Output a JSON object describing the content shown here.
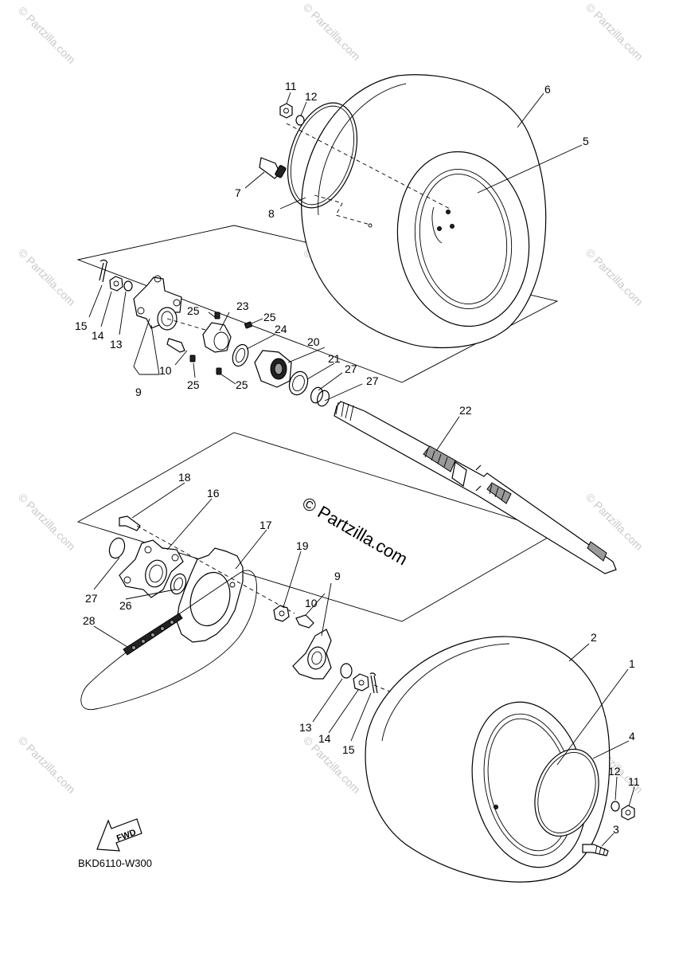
{
  "diagram": {
    "drawing_code": "BKD6110-W300",
    "watermark": "© Partzilla.com",
    "direction_label": "FWD",
    "callouts": [
      {
        "id": "c1",
        "label": "1"
      },
      {
        "id": "c2",
        "label": "2"
      },
      {
        "id": "c3",
        "label": "3"
      },
      {
        "id": "c4",
        "label": "4"
      },
      {
        "id": "c5",
        "label": "5"
      },
      {
        "id": "c6",
        "label": "6"
      },
      {
        "id": "c7",
        "label": "7"
      },
      {
        "id": "c8",
        "label": "8"
      },
      {
        "id": "c9a",
        "label": "9"
      },
      {
        "id": "c9b",
        "label": "9"
      },
      {
        "id": "c10a",
        "label": "10"
      },
      {
        "id": "c10b",
        "label": "10"
      },
      {
        "id": "c11a",
        "label": "11"
      },
      {
        "id": "c11b",
        "label": "11"
      },
      {
        "id": "c12a",
        "label": "12"
      },
      {
        "id": "c12b",
        "label": "12"
      },
      {
        "id": "c13a",
        "label": "13"
      },
      {
        "id": "c13b",
        "label": "13"
      },
      {
        "id": "c14a",
        "label": "14"
      },
      {
        "id": "c14b",
        "label": "14"
      },
      {
        "id": "c15a",
        "label": "15"
      },
      {
        "id": "c15b",
        "label": "15"
      },
      {
        "id": "c16",
        "label": "16"
      },
      {
        "id": "c17",
        "label": "17"
      },
      {
        "id": "c18",
        "label": "18"
      },
      {
        "id": "c19",
        "label": "19"
      },
      {
        "id": "c20",
        "label": "20"
      },
      {
        "id": "c21",
        "label": "21"
      },
      {
        "id": "c22",
        "label": "22"
      },
      {
        "id": "c23",
        "label": "23"
      },
      {
        "id": "c24",
        "label": "24"
      },
      {
        "id": "c25a",
        "label": "25"
      },
      {
        "id": "c25b",
        "label": "25"
      },
      {
        "id": "c25c",
        "label": "25"
      },
      {
        "id": "c25d",
        "label": "25"
      },
      {
        "id": "c26",
        "label": "26"
      },
      {
        "id": "c27a",
        "label": "27"
      },
      {
        "id": "c27b",
        "label": "27"
      },
      {
        "id": "c27c",
        "label": "27"
      },
      {
        "id": "c28",
        "label": "28"
      }
    ]
  }
}
